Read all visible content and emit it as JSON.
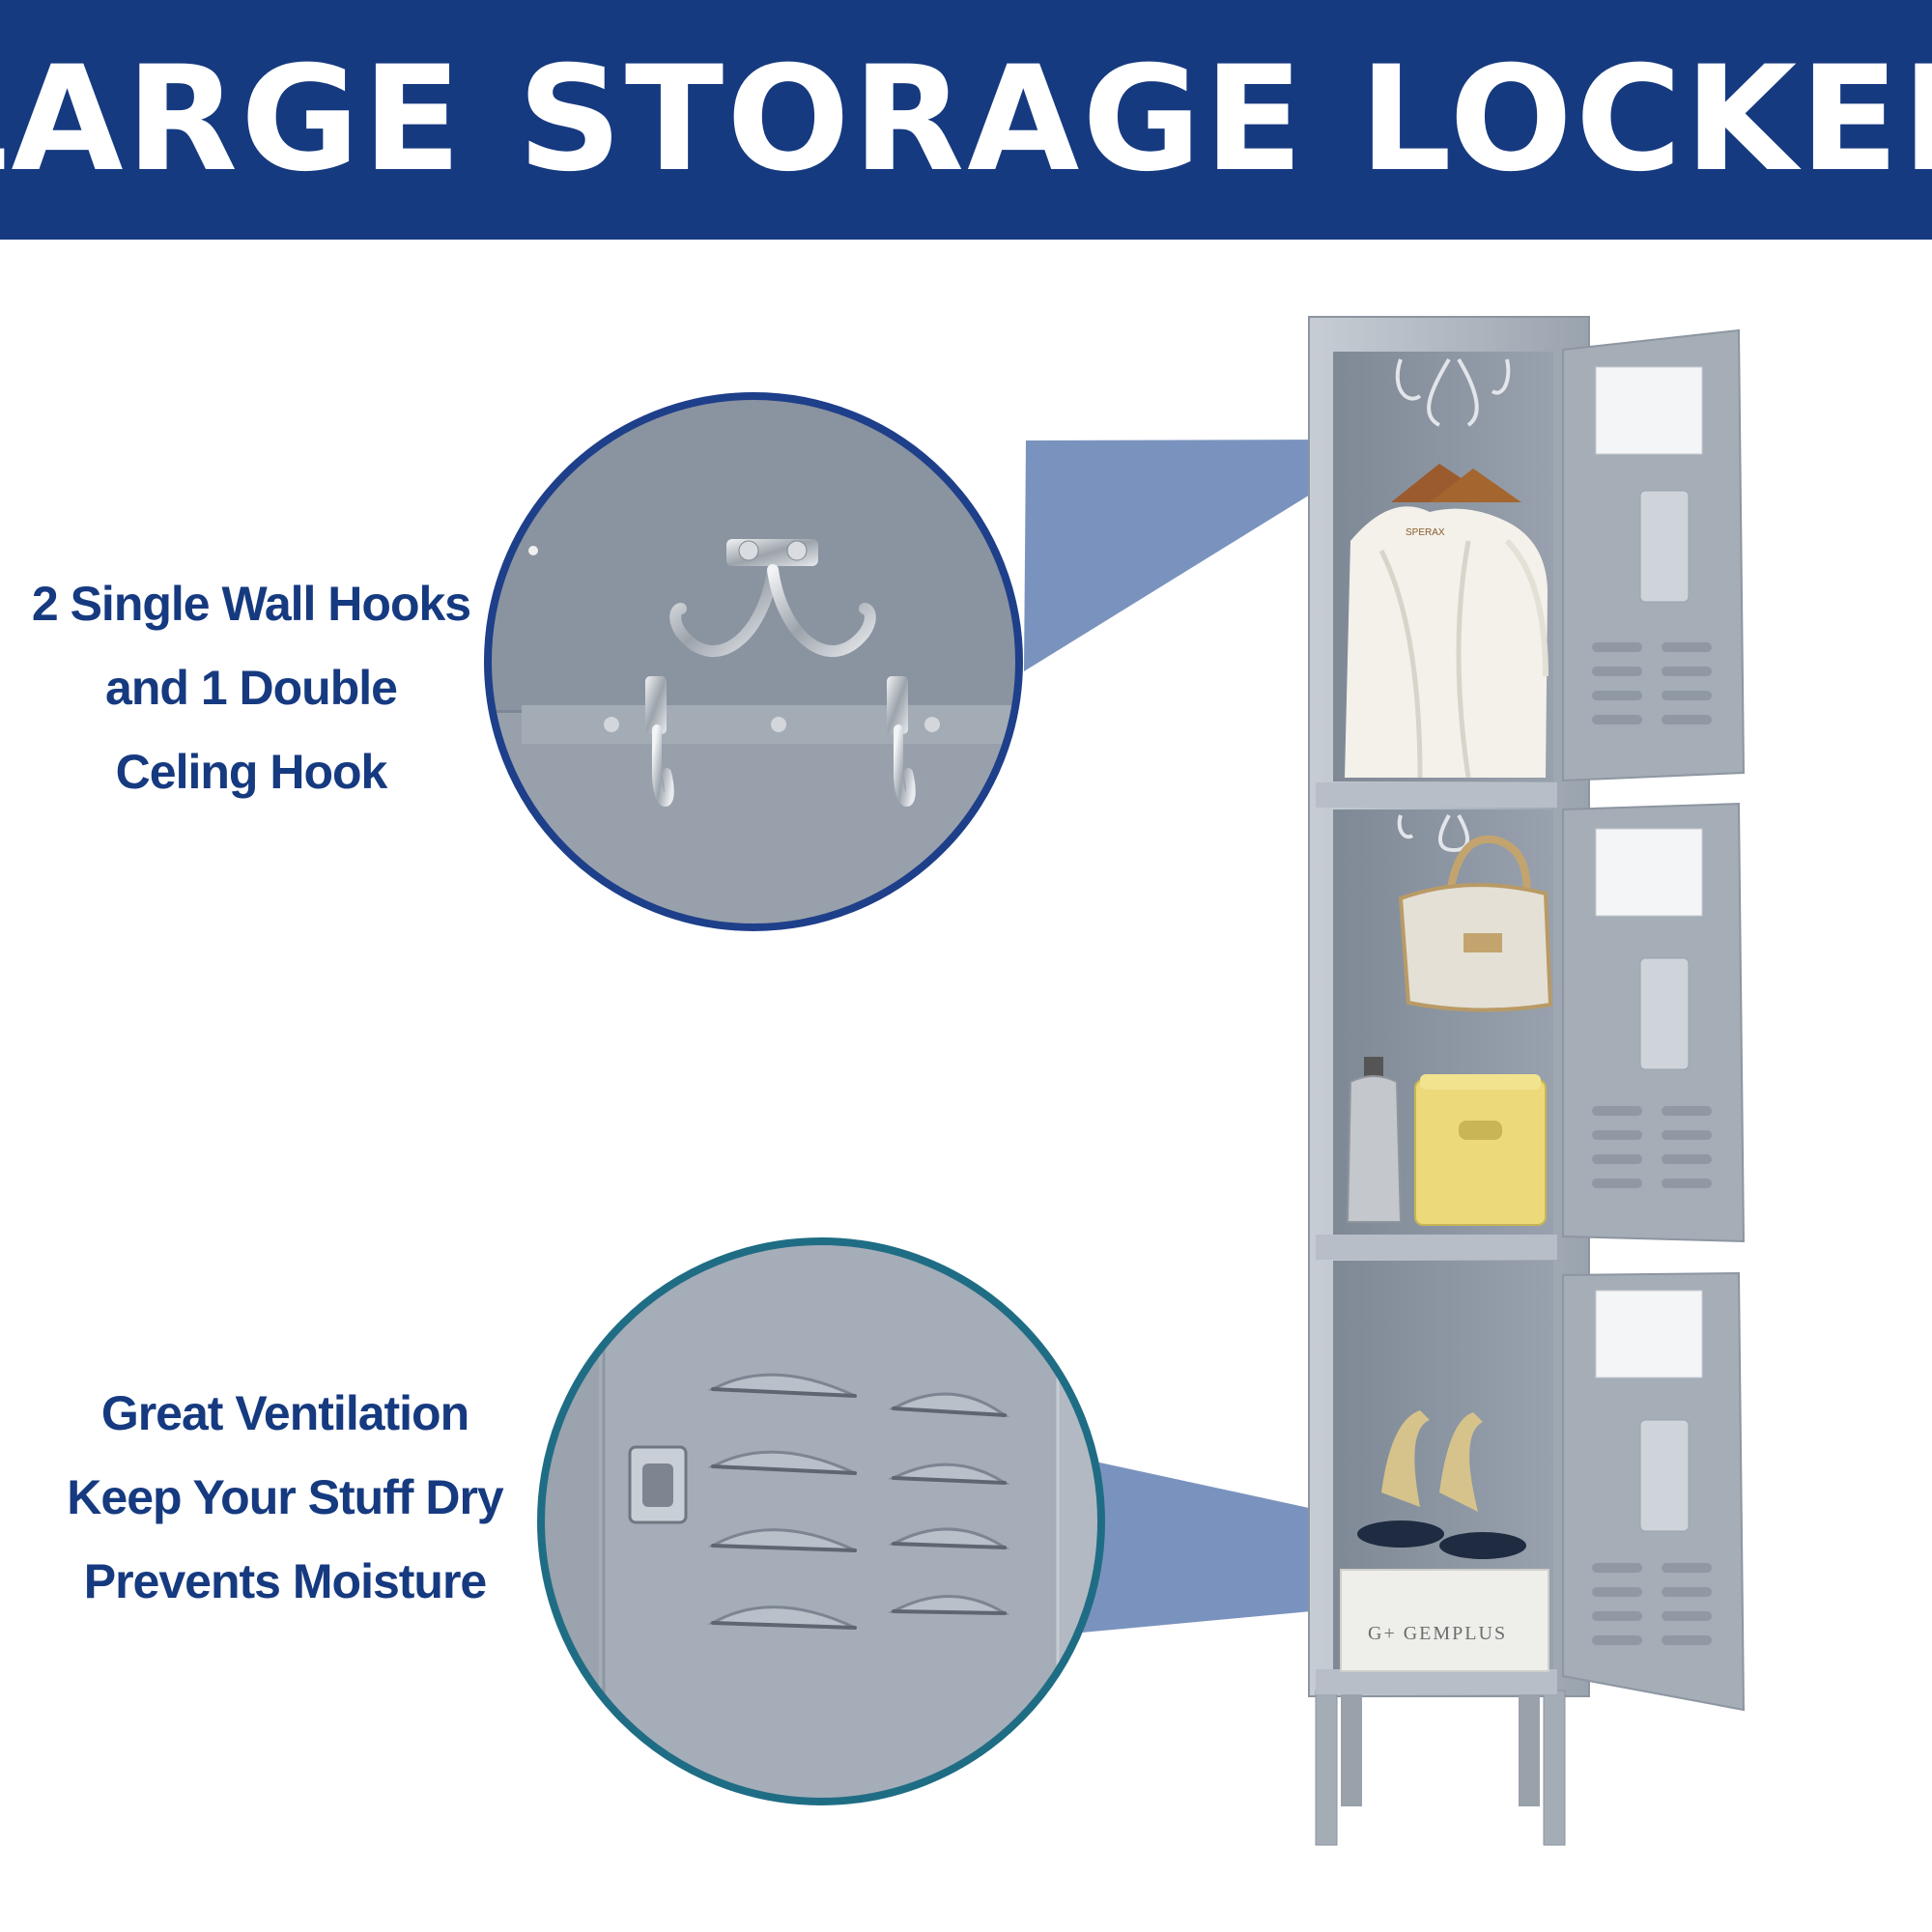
{
  "header": {
    "title": "LARGE STORAGE LOCKER",
    "background_color": "#163a80",
    "text_color": "#ffffff"
  },
  "callouts": [
    {
      "lines": [
        "2 Single Wall Hooks",
        "and 1 Double",
        "Celing Hook"
      ],
      "zoom_subject": "hooks-closeup",
      "circle_border_color": "#1e3f8a"
    },
    {
      "lines": [
        "Great Ventilation",
        "Keep Your Stuff Dry",
        "Prevents Moisture"
      ],
      "zoom_subject": "vents-closeup",
      "circle_border_color": "#1f6d85"
    }
  ],
  "product": {
    "name": "3-tier metal storage locker",
    "color": "#a9b1bb",
    "compartments": [
      {
        "contents": "hanging clothes"
      },
      {
        "contents": "handbag, water bottle, yellow storage box"
      },
      {
        "contents": "shoes, storage box"
      }
    ],
    "box_brand": "G+ GEMPLUS",
    "hanger_brand": "SPERAX"
  },
  "colors": {
    "text_blue": "#163a80",
    "locker_gray": "#a9b1bb",
    "interior_gray": "#8e98a5",
    "beam_blue": "#4d6fa8"
  }
}
